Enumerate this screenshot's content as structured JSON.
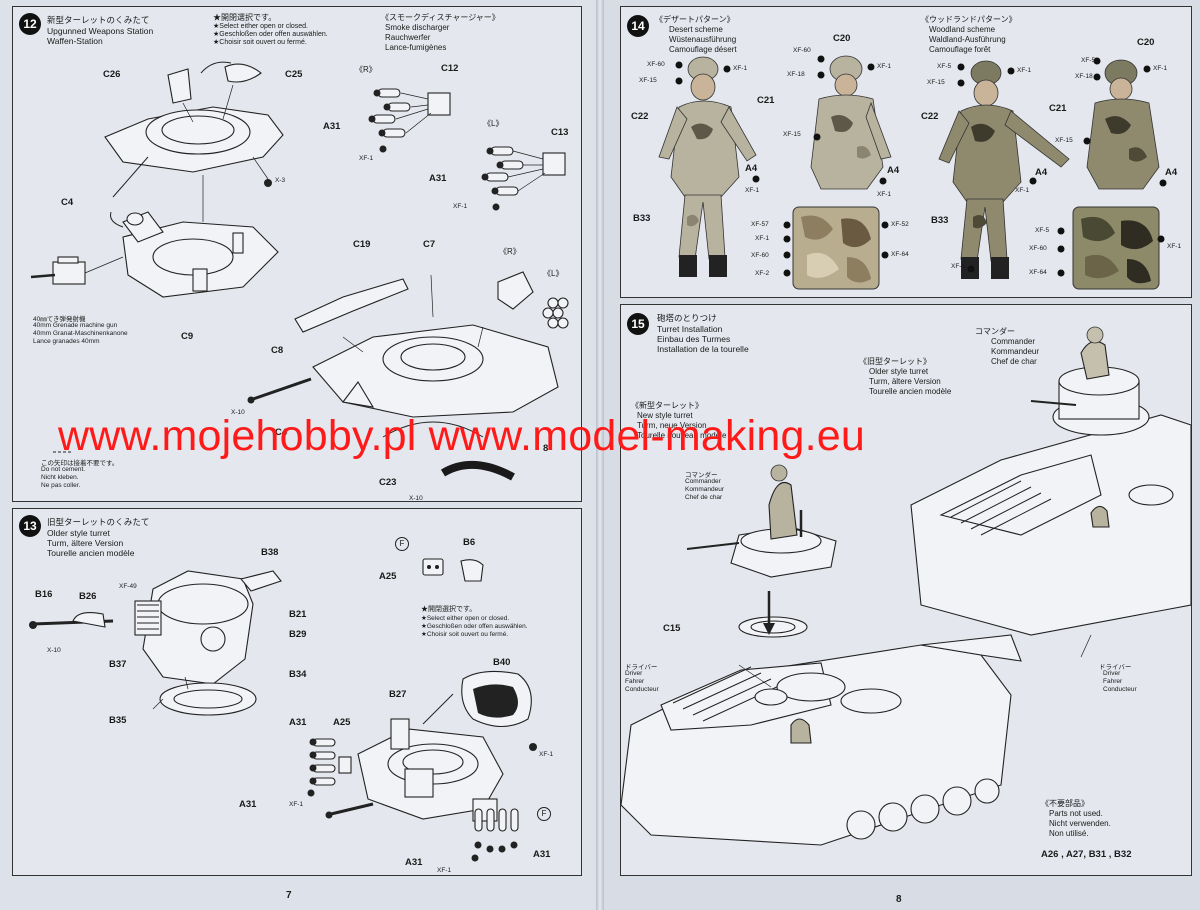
{
  "watermark": "www.mojehobby.pl www.model-making.eu",
  "page_left": "7",
  "page_right": "8",
  "step12": {
    "num": "12",
    "title_jp": "新型ターレットのくみたて",
    "title_lines": [
      "Upgunned Weapons Station",
      "Waffen-Station"
    ],
    "note_lines": [
      "★開閉選択です。",
      "★Select either open or closed.",
      "★Geschloßen oder offen auswählen.",
      "★Choisir soit ouvert ou fermé."
    ],
    "smoke_lines": [
      "《スモークディスチャージャー》",
      "Smoke discharger",
      "Rauchwerfer",
      "Lance-fumigènes"
    ],
    "gun_lines": [
      "40㎜てき弾発射機",
      "40mm Grenade machine gun",
      "40mm Granat-Maschinenkanone",
      "Lance granades 40mm"
    ],
    "cement_lines": [
      "この矢印は接着不要です。",
      "Do not cement.",
      "Nicht kleben.",
      "Ne pas coller."
    ],
    "labels": {
      "c26": "C26",
      "c25": "C25",
      "c4": "C4",
      "c9": "C9",
      "c19": "C19",
      "c7": "C7",
      "c8": "C8",
      "c4b": "C4",
      "c8b": "8",
      "c23": "C23",
      "c12": "C12",
      "c13": "C13",
      "a31a": "A31",
      "a31b": "A31",
      "r": "《R》",
      "l": "《L》",
      "r2": "《R》",
      "l2": "《L》",
      "x3": "X-3",
      "x10a": "X-10",
      "x10b": "X-10",
      "xf1a": "XF-1",
      "xf1b": "XF-1"
    }
  },
  "step13": {
    "num": "13",
    "title_jp": "旧型ターレットのくみたて",
    "title_lines": [
      "Older style turret",
      "Turm, ältere Version",
      "Tourelle ancien modèle"
    ],
    "note_lines": [
      "★開閉選択です。",
      "★Select either open or closed.",
      "★Geschloßen oder offen auswählen.",
      "★Choisir soit ouvert ou fermé."
    ],
    "labels": {
      "b38": "B38",
      "b16": "B16",
      "b26": "B26",
      "xf49": "XF-49",
      "b21": "B21",
      "b29": "B29",
      "b37": "B37",
      "b34": "B34",
      "b35": "B35",
      "x10": "X-10",
      "b6": "B6",
      "a25": "A25",
      "a25b": "A25",
      "f1": "F",
      "f2": "F",
      "b40": "B40",
      "b27": "B27",
      "a31a": "A31",
      "a31b": "A31",
      "a31c": "A31",
      "a31d": "A31",
      "xf1a": "XF-1",
      "xf1b": "XF-1",
      "xf1c": "XF-1"
    }
  },
  "step14": {
    "num": "14",
    "desert_lines": [
      "《デザートパターン》",
      "Desert scheme",
      "Wüstenausführung",
      "Camouflage désert"
    ],
    "wood_lines": [
      "《ウッドランドパターン》",
      "Woodland scheme",
      "Waldland-Ausführung",
      "Camouflage forêt"
    ],
    "labels": {
      "c20a": "C20",
      "c20b": "C20",
      "c21a": "C21",
      "c21b": "C21",
      "c22a": "C22",
      "c22b": "C22",
      "a4a": "A4",
      "a4b": "A4",
      "a4c": "A4",
      "a4d": "A4",
      "b33a": "B33",
      "b33b": "B33"
    },
    "desert_paints": [
      "XF-60",
      "XF-15",
      "XF-1",
      "XF-60",
      "XF-18",
      "XF-1",
      "XF-15",
      "XF-1",
      "XF-1"
    ],
    "desert_swatch": [
      "XF-57",
      "XF-1",
      "XF-60",
      "XF-2",
      "XF-52",
      "XF-64"
    ],
    "wood_paints": [
      "XF-5",
      "XF-15",
      "XF-1",
      "XF-5",
      "XF-18",
      "XF-1",
      "XF-15",
      "XF-1",
      "XF-1"
    ],
    "wood_swatch": [
      "XF-5",
      "XF-60",
      "XF-64",
      "XF-1"
    ]
  },
  "step15": {
    "num": "15",
    "title_jp": "砲塔のとりつけ",
    "title_lines": [
      "Turret Installation",
      "Einbau des Turmes",
      "Installation de la tourelle"
    ],
    "commander_lines": [
      "コマンダー",
      "Commander",
      "Kommandeur",
      "Chef de char"
    ],
    "commander2_lines": [
      "コマンダー",
      "Commander",
      "Kommandeur",
      "Chef de char"
    ],
    "older_lines": [
      "《旧型ターレット》",
      "Older style turret",
      "Turm, ältere Version",
      "Tourelle ancien modèle"
    ],
    "new_lines": [
      "《新型ターレット》",
      "New style turret",
      "Turm, neue Version",
      "Tourelle nouveau modèle"
    ],
    "driver_lines": [
      "ドライバー",
      "Driver",
      "Fahrer",
      "Conducteur"
    ],
    "driver2_lines": [
      "ドライバー",
      "Driver",
      "Fahrer",
      "Conducteur"
    ],
    "unused_lines": [
      "《不要部品》",
      "Parts not used.",
      "Nicht verwenden.",
      "Non utilisé."
    ],
    "unused_parts": "A26 , A27, B31 , B32",
    "c15": "C15"
  }
}
